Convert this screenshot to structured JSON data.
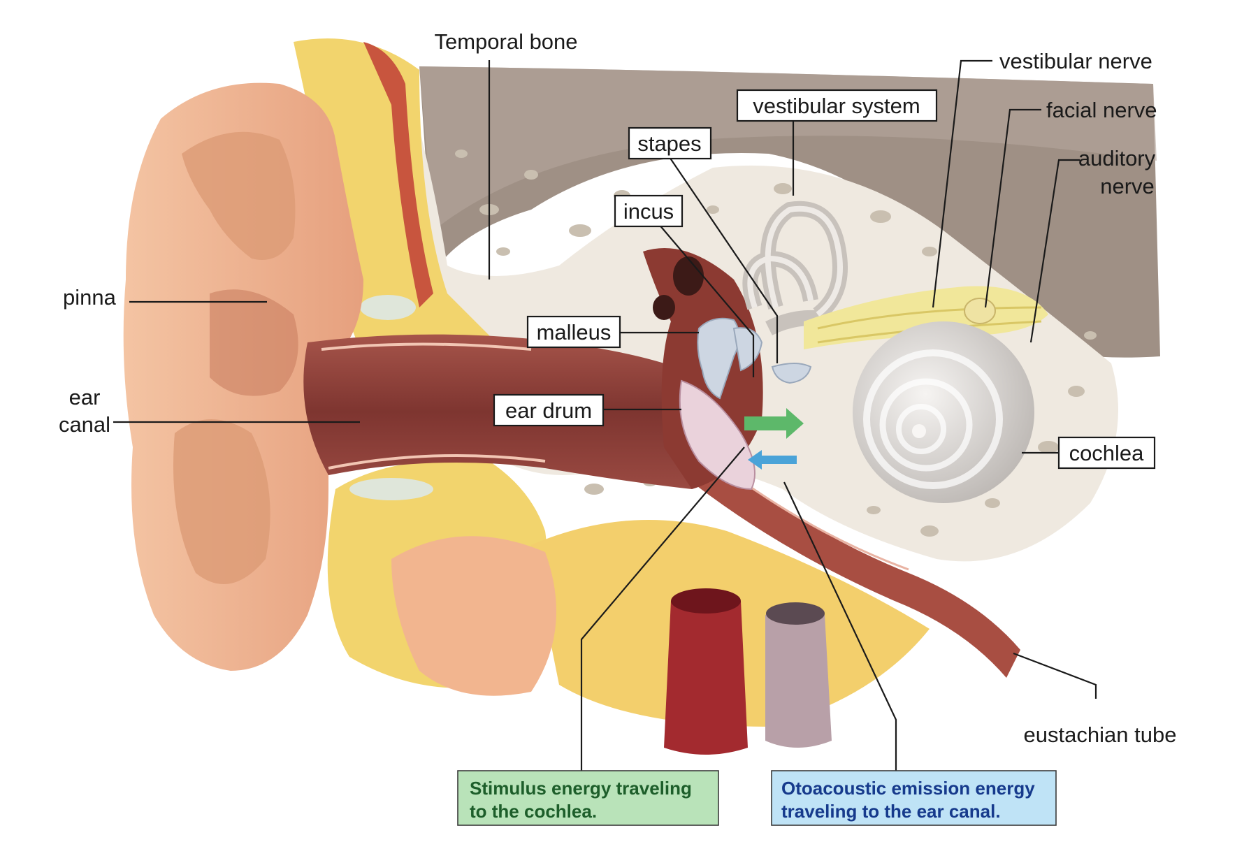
{
  "labels": {
    "temporal_bone": "Temporal bone",
    "vestibular_nerve": "vestibular nerve",
    "facial_nerve": "facial nerve",
    "auditory_nerve_line1": "auditory",
    "auditory_nerve_line2": "nerve",
    "vestibular_system": "vestibular system",
    "stapes": "stapes",
    "incus": "incus",
    "malleus": "malleus",
    "ear_drum": "ear drum",
    "pinna": "pinna",
    "ear_canal_line1": "ear",
    "ear_canal_line2": "canal",
    "cochlea": "cochlea",
    "eustachian_tube": "eustachian tube"
  },
  "notes": {
    "stimulus": {
      "line1": "Stimulus energy traveling",
      "line2": "to the cochlea.",
      "text_color": "#1d5e2a",
      "bg_color": "#b9e3b9"
    },
    "emission": {
      "line1": "Otoacoustic emission energy",
      "line2": "traveling to the ear canal.",
      "text_color": "#163a8c",
      "bg_color": "#bfe3f6"
    }
  },
  "colors": {
    "skin": "#efb38f",
    "canal": "#8c4038",
    "bone": "#efe9e0",
    "fat": "#f3d36a",
    "cochlea": "#d8d4d0",
    "nerve": "#f1e79a",
    "stimulus_arrow": "#5db86a",
    "emission_arrow": "#4aa3d8"
  }
}
